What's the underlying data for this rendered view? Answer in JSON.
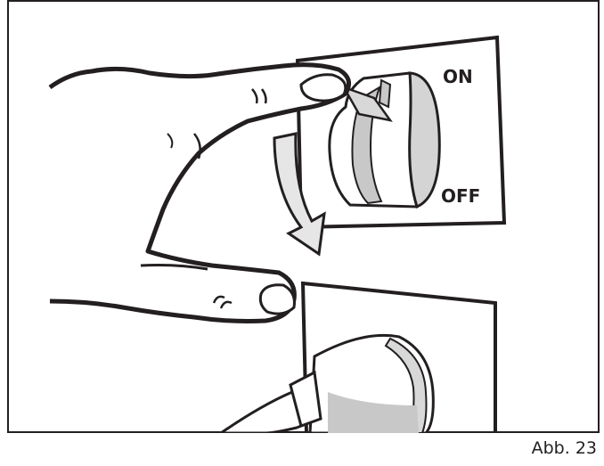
{
  "illustration": {
    "switch_on_label": "ON",
    "switch_off_label": "OFF"
  },
  "caption": "Abb. 23",
  "colors": {
    "ink": "#231f20",
    "shade_gray": "#c8c8c8",
    "arrow_fill": "#e6e6e6",
    "background": "#ffffff"
  }
}
